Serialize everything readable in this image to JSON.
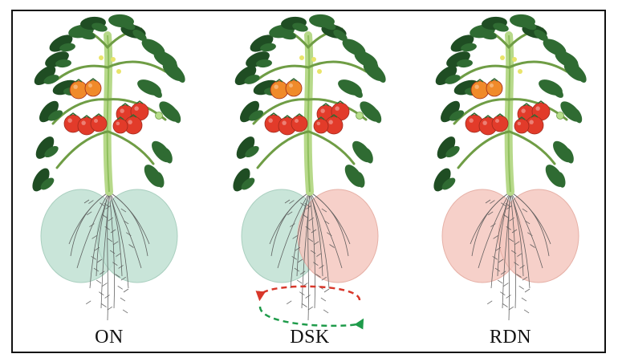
{
  "panels": [
    {
      "id": "on",
      "label": "ON",
      "left_zone": "green",
      "right_zone": "green",
      "arrows": false
    },
    {
      "id": "dsk",
      "label": "DSK",
      "left_zone": "green",
      "right_zone": "red",
      "arrows": true
    },
    {
      "id": "rdn",
      "label": "RDN",
      "left_zone": "red",
      "right_zone": "red",
      "arrows": false
    }
  ],
  "colors": {
    "zone_green": "#bfe0d2",
    "zone_green_stroke": "#a9cfbf",
    "zone_red": "#f4c8c0",
    "zone_red_stroke": "#e6b0a6",
    "stem": "#b7d98a",
    "leaf": "#2f6b32",
    "leaf_dark": "#1f4d23",
    "tomato_red": "#e23b2a",
    "tomato_orange": "#f08a2a",
    "root": "#555555",
    "arrow_red": "#d8372a",
    "arrow_green": "#1e9b4a"
  },
  "icons": {
    "plant": "tomato-plant-icon",
    "cycle": "rotation-arrows-icon"
  }
}
